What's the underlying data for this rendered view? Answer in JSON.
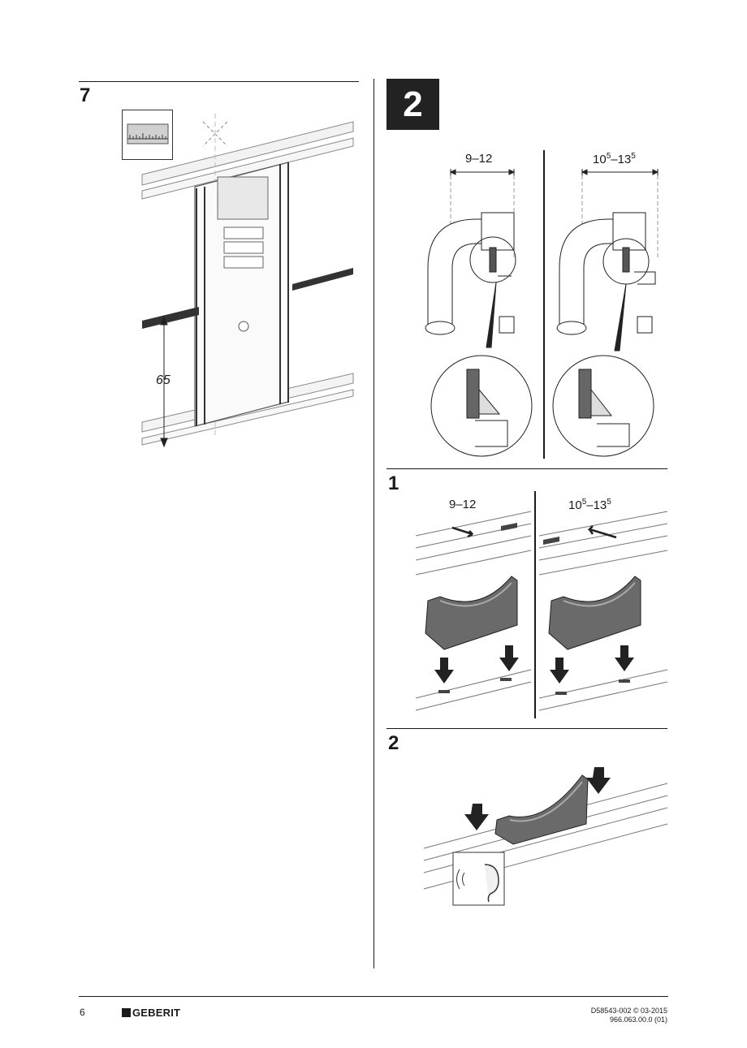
{
  "left_step": {
    "number": "7",
    "dimension": "65"
  },
  "right_section": {
    "big_step": "2",
    "panel_top": {
      "left_dim": "9–12",
      "right_dim_base": "10",
      "right_dim_sup1": "5",
      "right_dim_mid": "–13",
      "right_dim_sup2": "5"
    },
    "substep_1": {
      "number": "1",
      "left_dim": "9–12",
      "right_dim_base": "10",
      "right_dim_sup1": "5",
      "right_dim_mid": "–13",
      "right_dim_sup2": "5"
    },
    "substep_2": {
      "number": "2"
    }
  },
  "footer": {
    "page_number": "6",
    "brand": "GEBERIT",
    "doc_code": "D58543-002 © 03-2015",
    "part_number": "966.063.00.0 (01)"
  }
}
